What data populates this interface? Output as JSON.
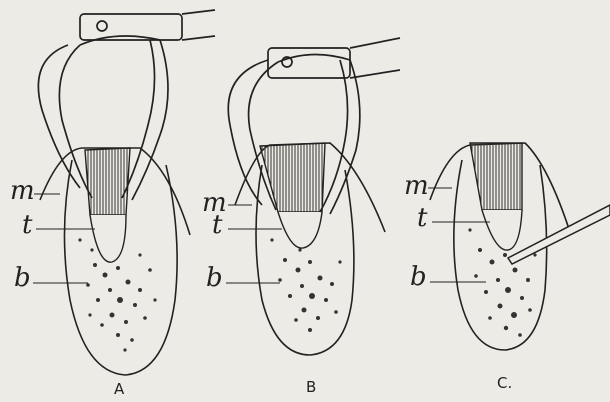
{
  "illustration": {
    "description_labels": {
      "m": "m",
      "t": "t",
      "b": "b"
    },
    "panels": [
      {
        "id": "A",
        "caption": "A"
      },
      {
        "id": "B",
        "caption": "B"
      },
      {
        "id": "C",
        "caption": "C."
      }
    ],
    "ink_color": "#222222",
    "paper_color": "#ecebe6"
  }
}
